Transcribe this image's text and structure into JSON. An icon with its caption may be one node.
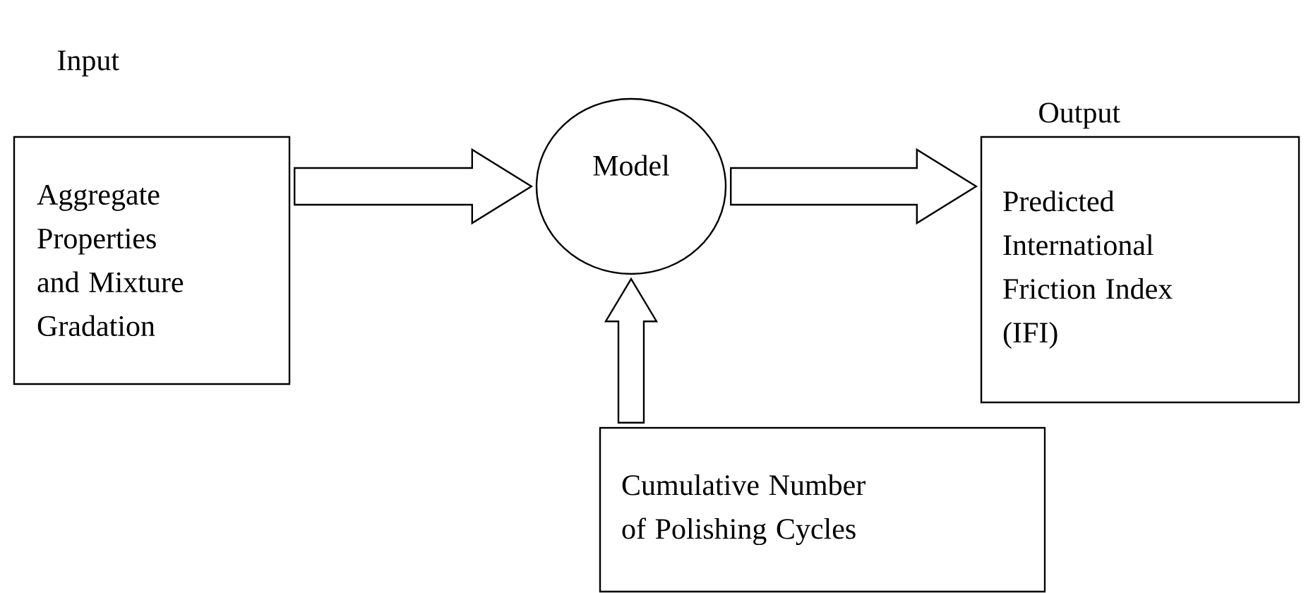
{
  "diagram": {
    "nodes": [
      {
        "text": [
          "Input",
          "Aggregate Properties and Mixture Gradation"
        ]
      },
      {
        "text": [
          "Model"
        ]
      },
      {
        "text": [
          "Output",
          "Predicted International Friction Index (IFI)"
        ]
      },
      {
        "text": [
          "Cumulative Number of Polishing Cycles"
        ]
      }
    ],
    "edges": [
      {
        "from": 0,
        "to": 1,
        "arrow": "to"
      },
      {
        "from": 1,
        "to": 2,
        "arrow": "to"
      },
      {
        "from": 3,
        "to": 1,
        "arrow": "to"
      }
    ]
  }
}
